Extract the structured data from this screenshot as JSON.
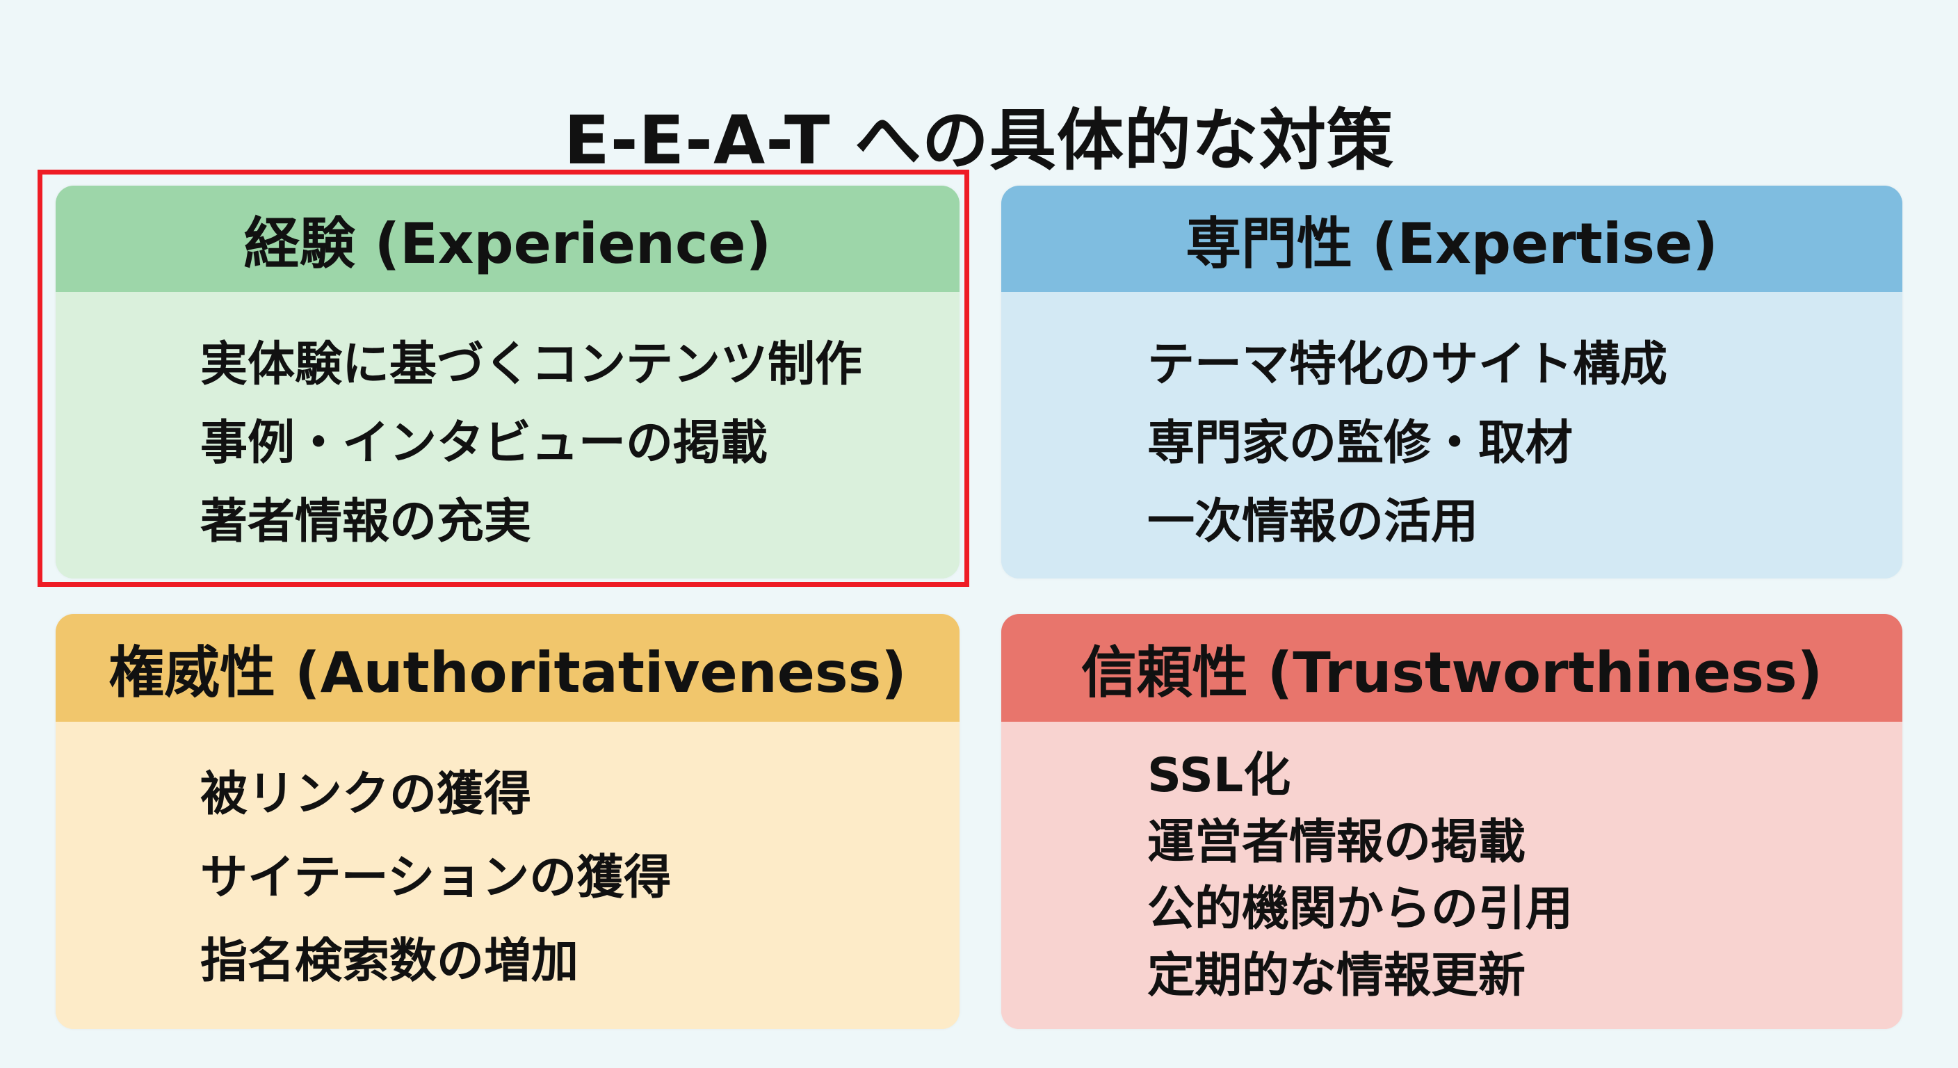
{
  "title": "E-E-A-T への具体的な対策",
  "cards": [
    {
      "id": "experience",
      "header": "経験 (Experience)",
      "header_color": "#9dd6a9",
      "body_color": "#daf0dc",
      "items": [
        "実体験に基づくコンテンツ制作",
        "事例・インタビューの掲載",
        "著者情報の充実"
      ],
      "highlighted": true
    },
    {
      "id": "expertise",
      "header": "専門性 (Expertise)",
      "header_color": "#7fbde0",
      "body_color": "#d3e9f4",
      "items": [
        "テーマ特化のサイト構成",
        "専門家の監修・取材",
        "一次情報の活用"
      ]
    },
    {
      "id": "authoritativeness",
      "header": "権威性 (Authoritativeness)",
      "header_color": "#f1c66c",
      "body_color": "#fdebc8",
      "items": [
        "被リンクの獲得",
        "サイテーションの獲得",
        "指名検索数の増加"
      ]
    },
    {
      "id": "trustworthiness",
      "header": "信頼性 (Trustworthiness)",
      "header_color": "#e8756c",
      "body_color": "#f8d3d0",
      "items": [
        "SSL化",
        "運営者情報の掲載",
        "公的機関からの引用",
        "定期的な情報更新"
      ]
    }
  ],
  "highlight": {
    "target": "experience",
    "color": "#ee1c25"
  },
  "colors": {
    "background": "#eef7f9",
    "text": "#111111"
  }
}
